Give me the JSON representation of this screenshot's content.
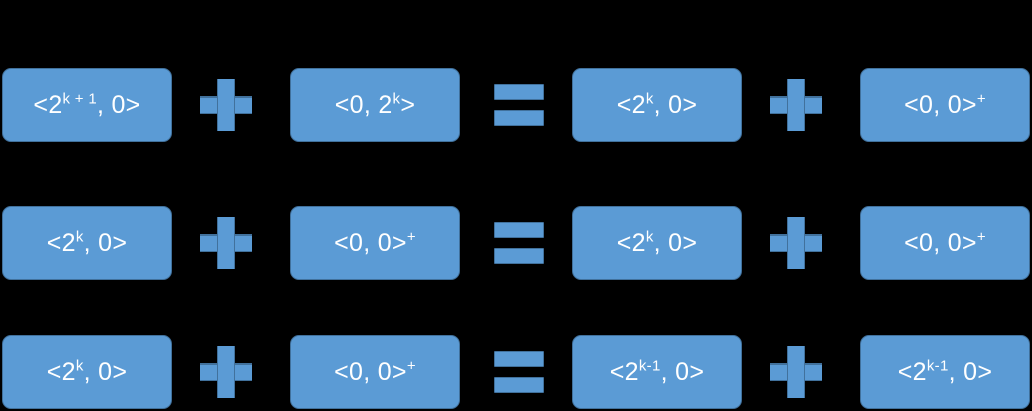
{
  "figure": {
    "background_color": "#000000",
    "box_fill_color": "#5B9BD5",
    "box_border_color": "#41719C",
    "text_color": "#FFFFFF",
    "operator_plus": "+",
    "operator_equals": "=",
    "rows": [
      {
        "terms": [
          {
            "base": "<2",
            "sup": "k + 1",
            "tail": ", 0>",
            "plain": "<2^(k+1), 0>"
          },
          {
            "base": "<0, 2",
            "sup": "k",
            "tail": ">",
            "plain": "<0, 2^k>"
          },
          {
            "base": "<2",
            "sup": "k",
            "tail": ", 0>",
            "plain": "<2^k, 0>"
          },
          {
            "base": "<0, 0>",
            "sup": "+",
            "tail": "",
            "plain": "<0, 0>+"
          }
        ]
      },
      {
        "terms": [
          {
            "base": "<2",
            "sup": "k",
            "tail": ", 0>",
            "plain": "<2^k, 0>"
          },
          {
            "base": "<0, 0>",
            "sup": "+",
            "tail": "",
            "plain": "<0, 0>+"
          },
          {
            "base": "<2",
            "sup": "k",
            "tail": ", 0>",
            "plain": "<2^k, 0>"
          },
          {
            "base": "<0, 0>",
            "sup": "+",
            "tail": "",
            "plain": "<0, 0>+"
          }
        ]
      },
      {
        "terms": [
          {
            "base": "<2",
            "sup": "k",
            "tail": ", 0>",
            "plain": "<2^k, 0>"
          },
          {
            "base": "<0, 0>",
            "sup": "+",
            "tail": "",
            "plain": "<0, 0>+"
          },
          {
            "base": "<2",
            "sup": "k-1",
            "tail": ", 0>",
            "plain": "<2^(k-1), 0>"
          },
          {
            "base": "<2",
            "sup": "k-1",
            "tail": ", 0>",
            "plain": "<2^(k-1), 0>"
          }
        ]
      }
    ]
  }
}
